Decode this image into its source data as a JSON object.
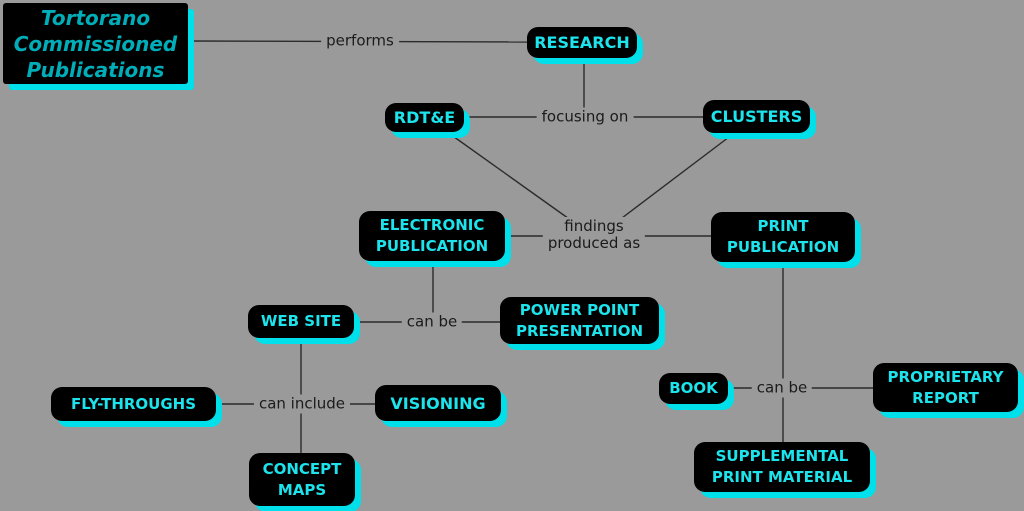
{
  "diagram": {
    "background_color": "#9a9a9a",
    "node_bg_color": "#000000",
    "node_text_color": "#1ce3ec",
    "node_shadow_color": "#00e0ea",
    "title_text_color": "#00adb8",
    "line_color": "#2b2b2b",
    "link_label_color": "#1b1b1b"
  },
  "title_box": {
    "text": "Tortorano\nCommissioned\nPublications"
  },
  "nodes": {
    "research": {
      "label": "RESEARCH"
    },
    "rdte": {
      "label": "RDT&E"
    },
    "clusters": {
      "label": "CLUSTERS"
    },
    "electronic_publication": {
      "label": "ELECTRONIC\nPUBLICATION"
    },
    "print_publication": {
      "label": "PRINT\nPUBLICATION"
    },
    "web_site": {
      "label": "WEB SITE"
    },
    "power_point_presentation": {
      "label": "POWER POINT\nPRESENTATION"
    },
    "fly_throughs": {
      "label": "FLY-THROUGHS"
    },
    "visioning": {
      "label": "VISIONING"
    },
    "concept_maps": {
      "label": "CONCEPT\nMAPS"
    },
    "book": {
      "label": "BOOK"
    },
    "proprietary_report": {
      "label": "PROPRIETARY\nREPORT"
    },
    "supplemental_print_material": {
      "label": "SUPPLEMENTAL\nPRINT MATERIAL"
    }
  },
  "link_labels": {
    "performs": "performs",
    "focusing_on": "focusing on",
    "findings_produced_as": "findings\nproduced as",
    "can_be_web": "can be",
    "can_include": "can include",
    "can_be_print": "can be"
  }
}
